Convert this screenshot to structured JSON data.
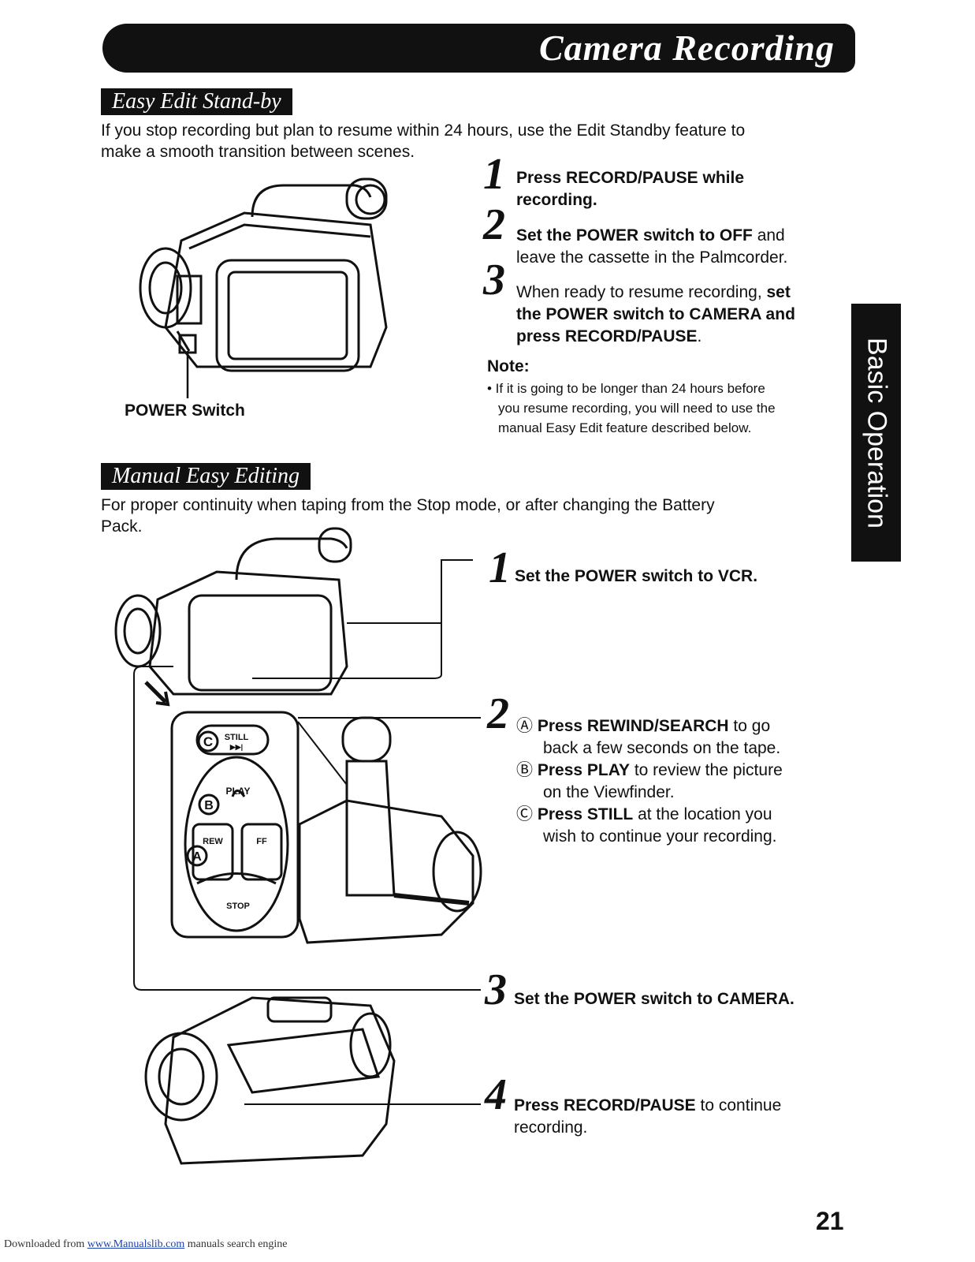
{
  "banner": {
    "title": "Camera Recording"
  },
  "side_tab": {
    "label": "Basic Operation"
  },
  "section1": {
    "heading": "Easy Edit Stand-by",
    "intro_line1": "If you stop recording but plan to resume within 24 hours, use the Edit Standby feature to",
    "intro_line2": "make a smooth transition between scenes.",
    "power_switch_label": "POWER Switch",
    "steps": [
      {
        "num": "1",
        "bold1": "Press RECORD/PAUSE while",
        "bold2": "recording."
      },
      {
        "num": "2",
        "bold1": "Set the POWER switch to OFF",
        "text1": " and",
        "text2": "leave the cassette in the Palmcorder."
      },
      {
        "num": "3",
        "text1": "When ready to resume recording, ",
        "bold1": "set",
        "bold2": "the POWER switch to CAMERA and",
        "bold3": "press RECORD/PAUSE",
        "text3": "."
      }
    ],
    "note": {
      "title": "Note:",
      "line1": "• If it is going to be longer than 24 hours before",
      "line2": "you resume recording, you will need to use the",
      "line3": "manual Easy Edit feature described below."
    }
  },
  "section2": {
    "heading": "Manual Easy Editing",
    "intro_line1": "For proper continuity when taping from the Stop mode, or after changing the Battery",
    "intro_line2": "Pack.",
    "step1": {
      "num": "1",
      "bold": "Set the POWER switch to VCR."
    },
    "step2": {
      "num": "2",
      "a_mark": "Ⓐ",
      "a_bold": "Press REWIND/SEARCH",
      "a_text1": " to go",
      "a_text2": "back a few seconds on the tape.",
      "b_mark": "Ⓑ",
      "b_bold": "Press PLAY",
      "b_text1": " to review the picture",
      "b_text2": "on the Viewfinder.",
      "c_mark": "Ⓒ",
      "c_bold": "Press STILL",
      "c_text1": " at the location you",
      "c_text2": "wish to continue your recording."
    },
    "step3": {
      "num": "3",
      "bold": "Set the POWER switch to CAMERA."
    },
    "step4": {
      "num": "4",
      "bold": "Press RECORD/PAUSE",
      "text1": " to continue",
      "text2": "recording."
    },
    "buttons": {
      "still": "STILL",
      "still_sym": "▶▶|",
      "play": "PLAY",
      "rew": "REW",
      "ff": "FF",
      "stop": "STOP",
      "a": "A",
      "b": "B",
      "c": "C"
    }
  },
  "page_number": "21",
  "footer": {
    "prefix": "Downloaded from ",
    "link": "www.Manualslib.com",
    "suffix": " manuals search engine"
  }
}
